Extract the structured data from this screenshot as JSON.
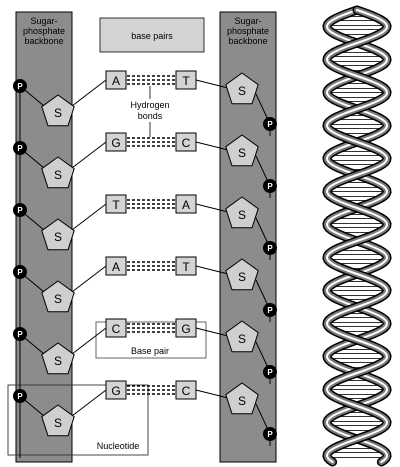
{
  "labels": {
    "backbone_left_line1": "Sugar-",
    "backbone_left_line2": "phosphate",
    "backbone_left_line3": "backbone",
    "backbone_right_line1": "Sugar-",
    "backbone_right_line2": "phosphate",
    "backbone_right_line3": "backbone",
    "base_pairs_header": "base pairs",
    "hydrogen_bonds_line1": "Hydrogen",
    "hydrogen_bonds_line2": "bonds",
    "base_pair": "Base pair",
    "nucleotide": "Nucleotide",
    "sugar": "S",
    "phosphate": "P"
  },
  "base_pairs": [
    {
      "left": "A",
      "right": "T"
    },
    {
      "left": "G",
      "right": "C"
    },
    {
      "left": "T",
      "right": "A"
    },
    {
      "left": "A",
      "right": "T"
    },
    {
      "left": "C",
      "right": "G"
    },
    {
      "left": "G",
      "right": "C"
    }
  ],
  "colors": {
    "backbone_fill": "#8c8c8c",
    "box_fill": "#d4d4d4",
    "pentagon_fill": "#cfcfcf",
    "phosphate_fill": "#000000",
    "helix_light": "#ffffff",
    "helix_dark": "#2a2a2a"
  }
}
